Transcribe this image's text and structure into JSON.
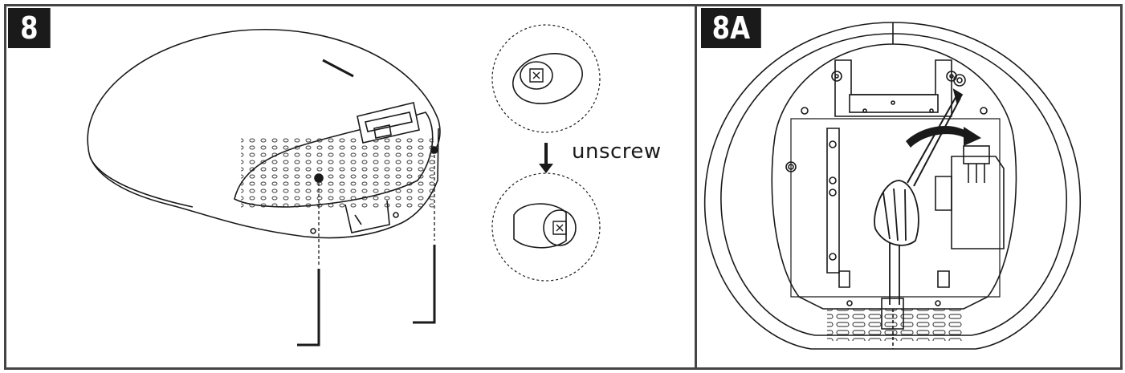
{
  "panels": [
    {
      "step_label": "8"
    },
    {
      "step_label": "8A"
    }
  ],
  "instruction": {
    "caption": "unscrew"
  },
  "colors": {
    "ink": "#1a1a1a",
    "frame": "#444444",
    "background": "#ffffff"
  }
}
